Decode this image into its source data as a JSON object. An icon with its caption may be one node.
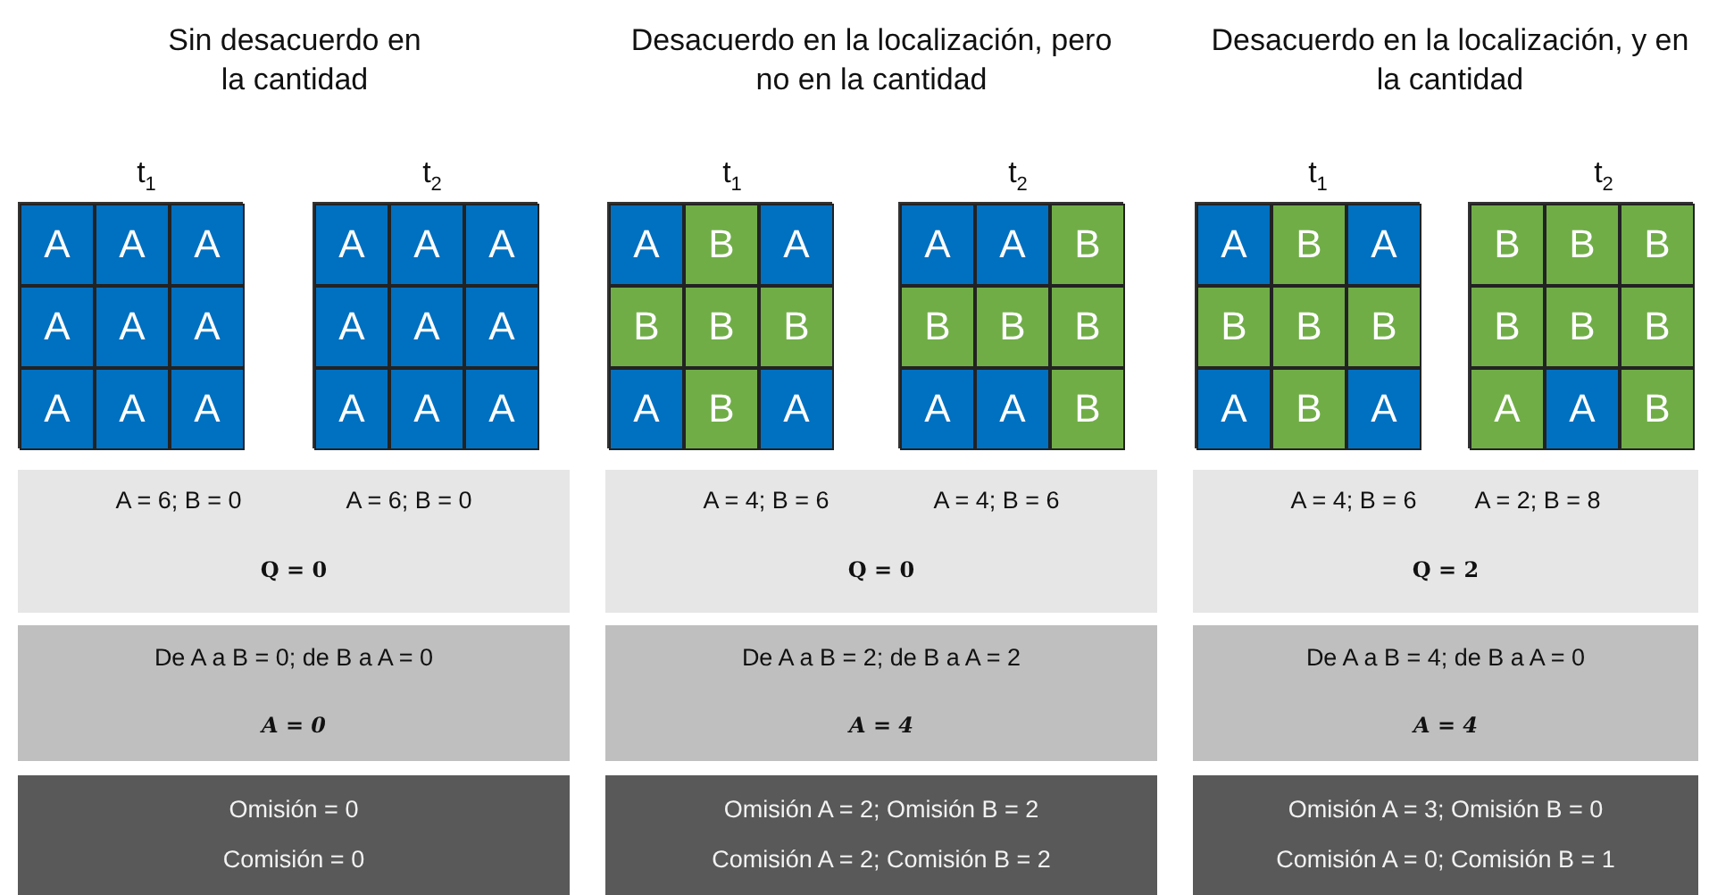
{
  "diagram": {
    "nodes": [
      {
        "text": [],
        "shape": "box"
      },
      {
        "text": [
          "A"
        ],
        "in": 0
      },
      {
        "text": [
          "A"
        ],
        "in": 0
      },
      {
        "text": [
          "A"
        ],
        "in": 0
      },
      {
        "text": [
          "A"
        ],
        "in": 0
      },
      {
        "text": [
          "A"
        ],
        "in": 0
      },
      {
        "text": [
          "A"
        ],
        "in": 0
      },
      {
        "text": [
          "A"
        ],
        "in": 0
      },
      {
        "text": [
          "A"
        ],
        "in": 0
      },
      {
        "text": [
          "A"
        ],
        "in": 0
      },
      {
        "text": [],
        "shape": "box"
      },
      {
        "text": [
          "A"
        ],
        "in": 10
      },
      {
        "text": [
          "A"
        ],
        "in": 10
      },
      {
        "text": [
          "A"
        ],
        "in": 10
      },
      {
        "text": [
          "A"
        ],
        "in": 10
      },
      {
        "text": [
          "A"
        ],
        "in": 10
      },
      {
        "text": [
          "A"
        ],
        "in": 10
      },
      {
        "text": [
          "A"
        ],
        "in": 10
      },
      {
        "text": [
          "A"
        ],
        "in": 10
      },
      {
        "text": [
          "A"
        ],
        "in": 10
      },
      {
        "text": [],
        "shape": "box"
      },
      {
        "text": [
          "A"
        ],
        "in": 20
      },
      {
        "text": [
          "B"
        ],
        "in": 20
      },
      {
        "text": [
          "A"
        ],
        "in": 20
      },
      {
        "text": [
          "B"
        ],
        "in": 20
      },
      {
        "text": [
          "B"
        ],
        "in": 20
      },
      {
        "text": [
          "B"
        ],
        "in": 20
      },
      {
        "text": [
          "A"
        ],
        "in": 20
      },
      {
        "text": [
          "B"
        ],
        "in": 20
      },
      {
        "text": [
          "A"
        ],
        "in": 20
      },
      {
        "text": [],
        "shape": "box"
      },
      {
        "text": [
          "A"
        ],
        "in": 30
      },
      {
        "text": [
          "A"
        ],
        "in": 30
      },
      {
        "text": [
          "B"
        ],
        "in": 30
      },
      {
        "text": [
          "B"
        ],
        "in": 30
      },
      {
        "text": [
          "B"
        ],
        "in": 30
      },
      {
        "text": [
          "B"
        ],
        "in": 30
      },
      {
        "text": [
          "A"
        ],
        "in": 30
      },
      {
        "text": [
          "A"
        ],
        "in": 30
      },
      {
        "text": [
          "B"
        ],
        "in": 30
      },
      {
        "text": [],
        "shape": "box"
      },
      {
        "text": [
          "A"
        ],
        "in": 40
      },
      {
        "text": [
          "B"
        ],
        "in": 40
      },
      {
        "text": [
          "A"
        ],
        "in": 40
      },
      {
        "text": [
          "B"
        ],
        "in": 40
      },
      {
        "text": [
          "B"
        ],
        "in": 40
      },
      {
        "text": [
          "B"
        ],
        "in": 40
      },
      {
        "text": [
          "A"
        ],
        "in": 40
      },
      {
        "text": [
          "B"
        ],
        "in": 40
      },
      {
        "text": [
          "A"
        ],
        "in": 40
      },
      {
        "text": [],
        "shape": "box"
      },
      {
        "text": [
          "B"
        ],
        "in": 50
      },
      {
        "text": [
          "B"
        ],
        "in": 50
      },
      {
        "text": [
          "B"
        ],
        "in": 50
      },
      {
        "text": [
          "B"
        ],
        "in": 50
      },
      {
        "text": [
          "B"
        ],
        "in": 50
      },
      {
        "text": [
          "B"
        ],
        "in": 50
      },
      {
        "text": [
          "A"
        ],
        "in": 50
      },
      {
        "text": [
          "A"
        ],
        "in": 50
      },
      {
        "text": [
          "B"
        ],
        "in": 50
      },
      {
        "text": [
          "A = 6; B = 0",
          "A = 6; B = 0",
          "Q = 0"
        ]
      },
      {
        "text": [
          "De A a B = 0; de B a A = 0",
          "A = 0"
        ]
      },
      {
        "text": [
          "Omisión = 0",
          "Comisión = 0"
        ]
      },
      {
        "text": [
          "A = 4; B = 6",
          "A = 4; B = 6",
          "Q = 0"
        ]
      },
      {
        "text": [
          "De A a B = 2; de B a A = 2",
          "A = 4"
        ]
      },
      {
        "text": [
          "Omisión A = 2; Omisión B = 2",
          "Comisión A = 2; Comisión B = 2"
        ]
      },
      {
        "text": [
          "A = 4; B = 6",
          "A = 2; B = 8",
          "Q = 2"
        ]
      },
      {
        "text": [
          "De A a B = 4; de B a A = 0",
          "A = 4"
        ]
      },
      {
        "text": [
          "Omisión A = 3; Omisión B = 0",
          "Comisión A = 0; Comisión B = 1"
        ]
      }
    ],
    "labels": [
      "Sin desacuerdo en la cantidad",
      "Desacuerdo en la localización, pero no en la cantidad",
      "Desacuerdo en la localización, y en la cantidad",
      "t$_{1}$",
      "t$_{2}$",
      "t$_{1}$",
      "t$_{2}$",
      "t$_{1}$",
      "t$_{2}$"
    ]
  }
}
